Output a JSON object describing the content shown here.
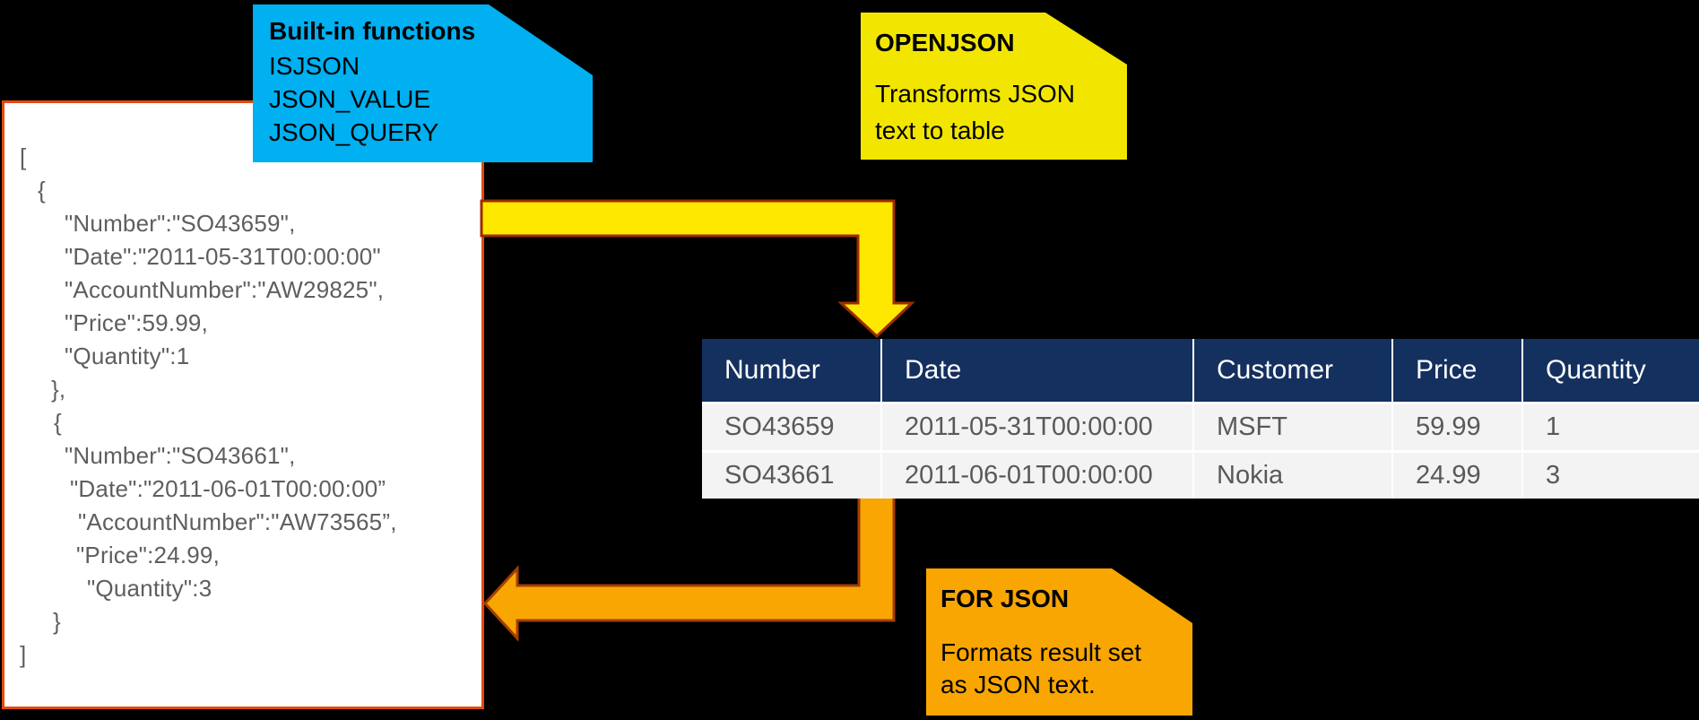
{
  "colors": {
    "background": "#000000",
    "note_blue": "#00B0F0",
    "note_yellow": "#F2E600",
    "note_orange": "#F9A602",
    "arrow_yellow_fill": "#FFE800",
    "arrow_yellow_outline": "#9B2D00",
    "arrow_orange_fill": "#F9A602",
    "arrow_orange_outline": "#A33E03",
    "panel_border": "#E4490B",
    "panel_background": "#FFFFFF",
    "table_header_bg": "#14305F",
    "table_header_text": "#FFFFFF",
    "table_row_bg": "#F3F3F3",
    "table_text": "#595959",
    "json_text": "#5E5E5E"
  },
  "notes": {
    "builtin": {
      "title": "Built-in functions",
      "items": [
        "ISJSON",
        "JSON_VALUE",
        "JSON_QUERY"
      ]
    },
    "openjson": {
      "title": "OPENJSON",
      "body": "Transforms JSON text to table"
    },
    "forjson": {
      "title": "FOR JSON",
      "body": "Formats result set as JSON text."
    }
  },
  "json_document": {
    "lines": [
      {
        "indent": 17,
        "text": "["
      },
      {
        "indent": 37,
        "text": "{"
      },
      {
        "indent": 67,
        "text": "\"Number\":\"SO43659\","
      },
      {
        "indent": 67,
        "text": "\"Date\":\"2011-05-31T00:00:00\""
      },
      {
        "indent": 67,
        "text": "\"AccountNumber\":\"AW29825\","
      },
      {
        "indent": 67,
        "text": "\"Price\":59.99,"
      },
      {
        "indent": 67,
        "text": "\"Quantity\":1"
      },
      {
        "indent": 52,
        "text": "},"
      },
      {
        "indent": 55,
        "text": "{"
      },
      {
        "indent": 67,
        "text": "\"Number\":\"SO43661\","
      },
      {
        "indent": 73,
        "text": "\"Date\":\"2011-06-01T00:00:00”"
      },
      {
        "indent": 82,
        "text": "\"AccountNumber\":\"AW73565”,"
      },
      {
        "indent": 80,
        "text": "\"Price\":24.99,"
      },
      {
        "indent": 92,
        "text": "\"Quantity\":3"
      },
      {
        "indent": 54,
        "text": "}"
      },
      {
        "indent": 17,
        "text": "]"
      }
    ]
  },
  "table": {
    "headers": [
      "Number",
      "Date",
      "Customer",
      "Price",
      "Quantity"
    ],
    "rows": [
      [
        "SO43659",
        "2011-05-31T00:00:00",
        "MSFT",
        "59.99",
        "1"
      ],
      [
        "SO43661",
        "2011-06-01T00:00:00",
        "Nokia",
        "24.99",
        "3"
      ]
    ]
  }
}
